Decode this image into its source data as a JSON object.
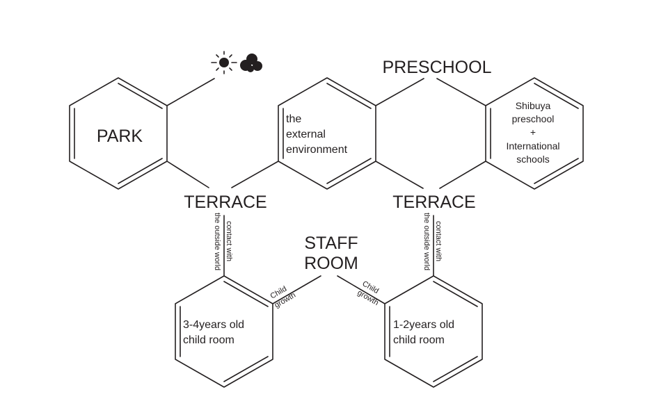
{
  "labels": {
    "park": "PARK",
    "preschool": "PRESCHOOL",
    "terrace_left": "TERRACE",
    "terrace_right": "TERRACE",
    "staff_room_line1": "STAFF",
    "staff_room_line2": "ROOM",
    "external_line1": "the",
    "external_line2": "external",
    "external_line3": "environment",
    "shibuya_line1": "Shibuya",
    "shibuya_line2": "preschool",
    "shibuya_line3": "+",
    "shibuya_line4": "International",
    "shibuya_line5": "schools",
    "room_34_line1": "3-4years old",
    "room_34_line2": "child room",
    "room_12_line1": "1-2years old",
    "room_12_line2": "child room",
    "contact_left_line1": "contact with",
    "contact_left_line2": "the outside world",
    "contact_right_line1": "contact with",
    "contact_right_line2": "the outside world",
    "growth_left_line1": "Child",
    "growth_left_line2": "growth",
    "growth_right_line1": "Child",
    "growth_right_line2": "growth"
  },
  "icons": [
    "sun-icon",
    "cloud-icon"
  ],
  "colors": {
    "ink": "#231f20",
    "background": "#ffffff"
  }
}
